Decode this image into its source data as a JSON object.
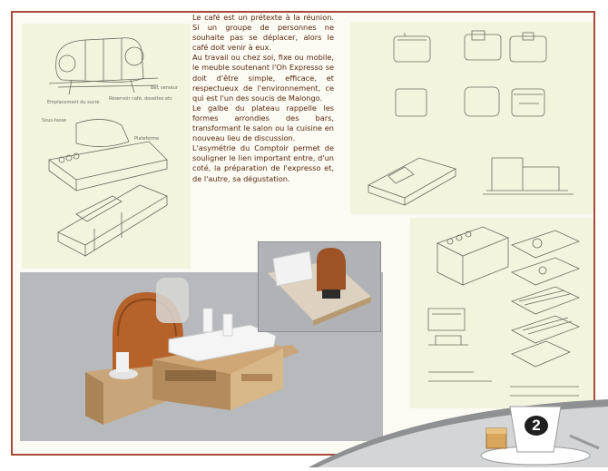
{
  "story": {
    "paragraphs": [
      "Le café est un prétexte à la réunion. Si un groupe de personnes ne souhaite pas se déplacer, alors le café doit venir à eux.",
      "Au travail ou chez soi, fixe ou mobile, le meuble soutenant l'Oh Expresso se doit d'être simple, efficace, et respectueux de l'environnement, ce qui est l'un des soucis de Malongo.",
      "Le galbe du plateau rappelle les formes arrondies des bars, transformant le salon ou la cuisine en nouveau lieu de discussion.",
      "L'asymétrie du Comptoir permet de souligner le lien important entre, d'un coté, la préparation de l'expresso et, de l'autre, sa dégustation."
    ]
  },
  "sketch_notes": {
    "note1": "Emplacement du sucre",
    "note2": "Réservoir\ncafé, dosettes etc",
    "note3": "Bec verseur",
    "note4": "Sous-tasse",
    "note5": "Plateforme"
  },
  "badge": {
    "number": "2"
  },
  "colors": {
    "frame": "#a84a3a",
    "text": "#5a2a14",
    "panel": "#f3f4de",
    "wood": "#c9a57a",
    "orange": "#b5632a"
  }
}
